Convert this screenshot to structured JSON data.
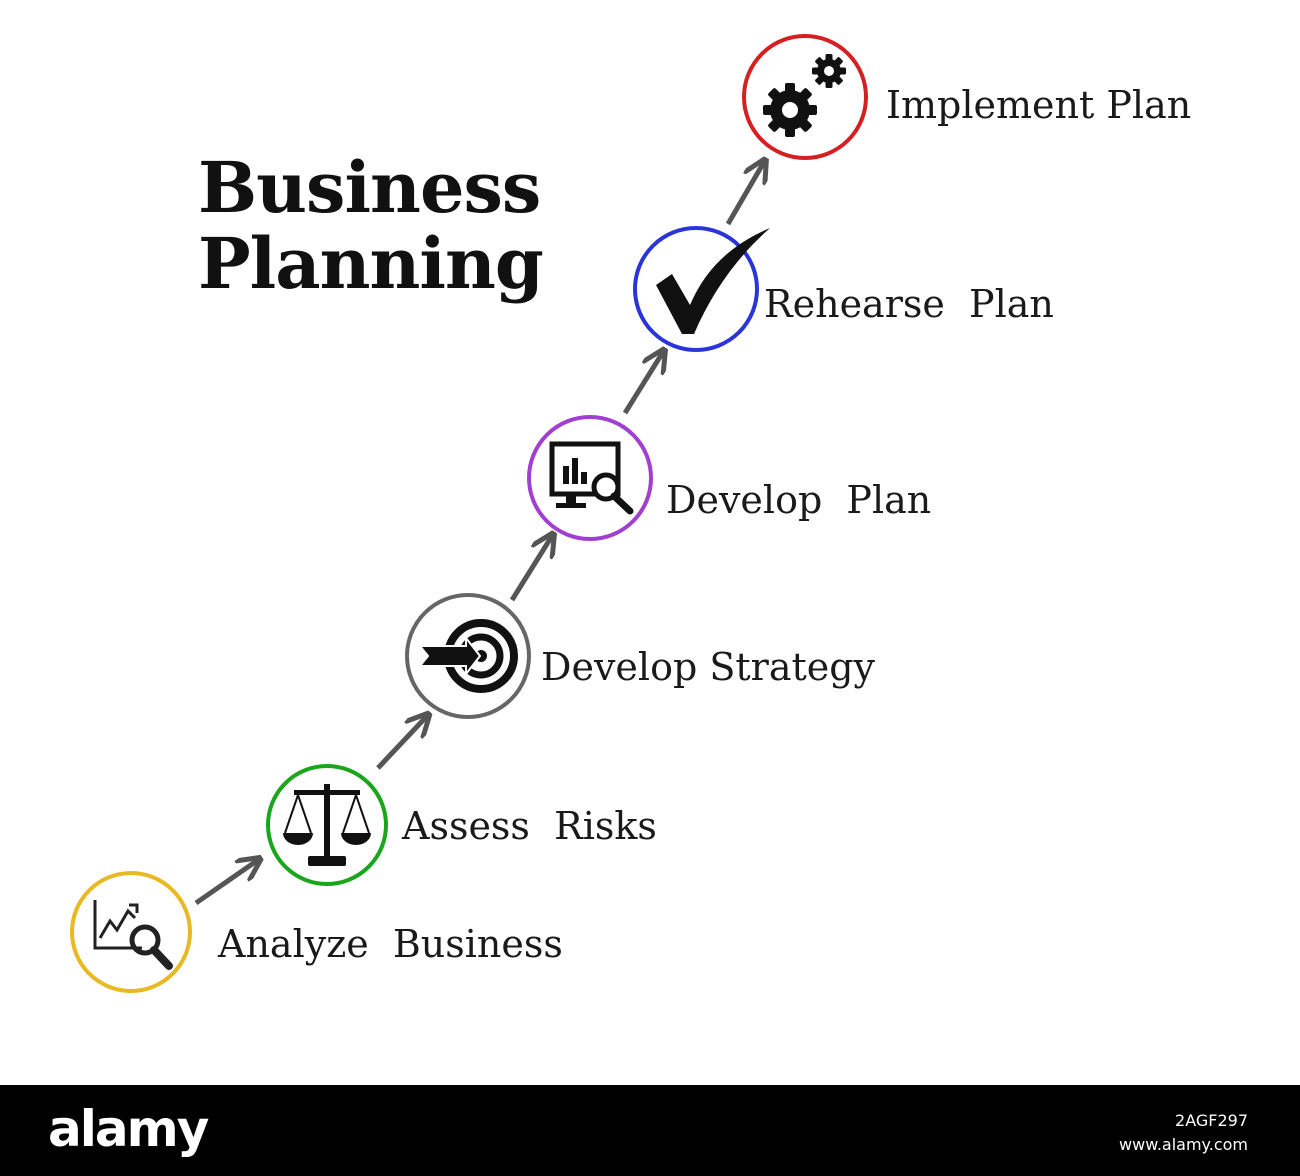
{
  "title": {
    "line1": "Business",
    "line2": "Planning"
  },
  "steps": [
    {
      "label": "Analyze  Business",
      "icon": "chart-magnifier-icon",
      "color": "#e8b923"
    },
    {
      "label": "Assess  Risks",
      "icon": "scales-icon",
      "color": "#1aa61a"
    },
    {
      "label": "Develop Strategy",
      "icon": "target-arrow-icon",
      "color": "#666666"
    },
    {
      "label": "Develop  Plan",
      "icon": "monitor-search-icon",
      "color": "#a23fd0"
    },
    {
      "label": "Rehearse  Plan",
      "icon": "checkmark-icon",
      "color": "#2a35d8"
    },
    {
      "label": "Implement Plan",
      "icon": "gears-icon",
      "color": "#d42020"
    }
  ],
  "footer": {
    "watermark": "alamy",
    "image_id": "2AGF297",
    "site": "www.alamy.com"
  }
}
